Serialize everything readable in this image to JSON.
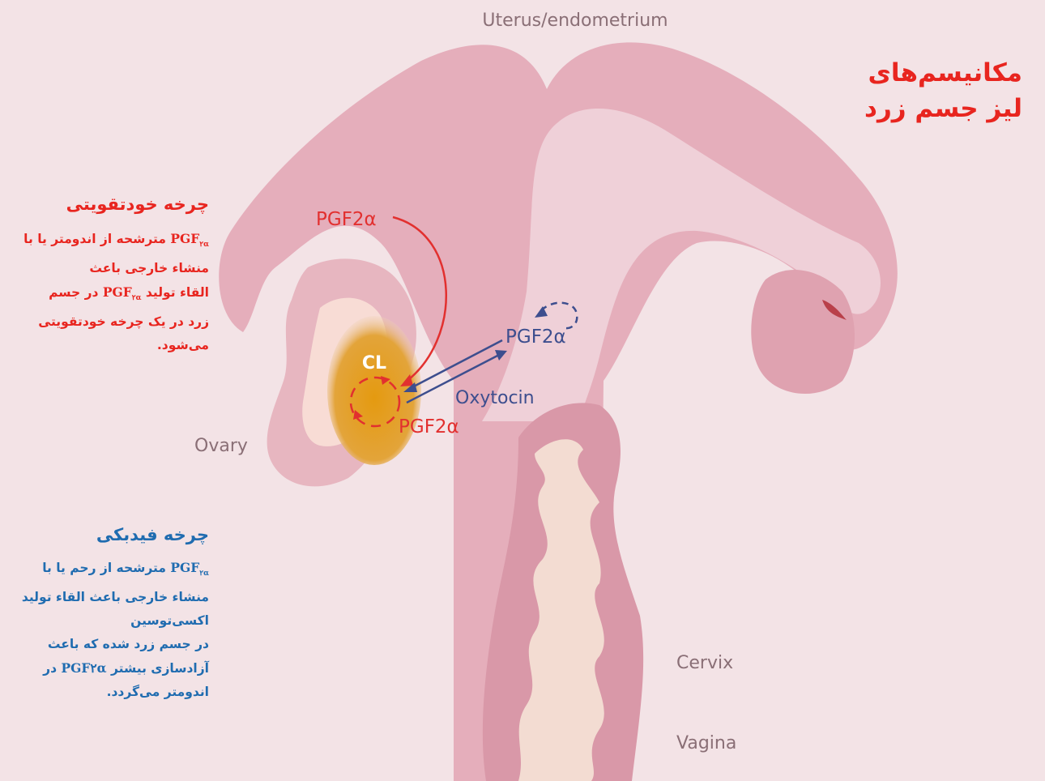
{
  "diagram": {
    "uterus_label": "Uterus/endometrium",
    "ovary_label": "Ovary",
    "cervix_label": "Cervix",
    "vagina_label": "Vagina",
    "cl_label": "CL",
    "pgf_top_label": "PGF2α",
    "pgf_bottom_label": "PGF2α",
    "pgf_right_label": "PGF2α",
    "oxytocin_label": "Oxytocin"
  },
  "title": {
    "line1": "مکانیسم‌های",
    "line2": "لیز جسم زرد"
  },
  "autocrine": {
    "heading": "چرخه خودتقویتی",
    "pgf_text": "PGF",
    "pgf_sub": "۲α",
    "line1_rest": " مترشحه از اندومتر یا با",
    "line2": "منشاء خارجی باعث",
    "line3_pre": "القاء تولید ",
    "line3_post": " در جسم",
    "line4": "زرد در یک چرخه خودتقویتی",
    "line5": "می‌شود."
  },
  "feedback": {
    "heading": "چرخه فیدبکی",
    "line1_rest": " مترشحه از رحم یا با",
    "line2": "منشاء خارجی باعث القاء تولید",
    "line3": "اکسی‌توسین",
    "line4": "در جسم زرد شده که باعث",
    "line5_pre": "آزادسازی بیشتر ",
    "line5_pgf": "PGF۲α",
    "line5_post": " در",
    "line6": "اندومتر می‌گردد."
  },
  "colors": {
    "background": "#f3e3e6",
    "uterus": "#e5aebb",
    "cavity": "#efd0d8",
    "cl": "#e0a01c",
    "red_text": "#e8251f",
    "blue_text": "#1f6cb0",
    "arrow_blue": "#3d4e8e"
  }
}
